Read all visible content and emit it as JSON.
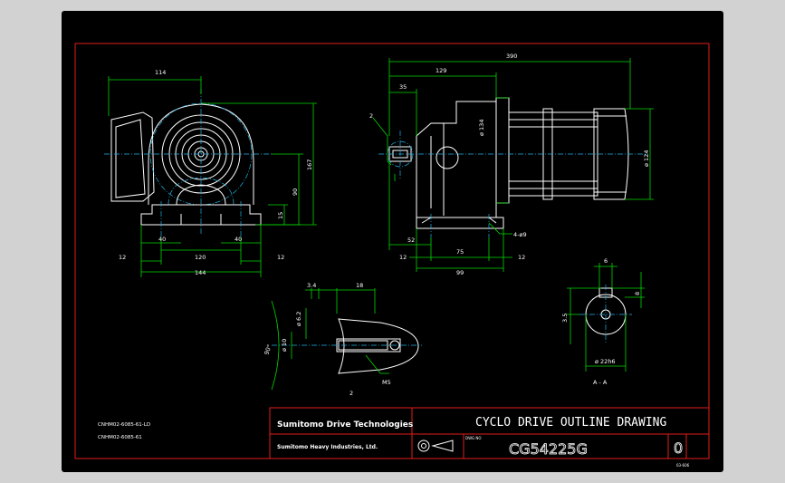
{
  "title_block": {
    "company": "Sumitomo Drive Technologies",
    "parent_company": "Sumitomo Heavy Industries, Ltd.",
    "drawing_title": "CYCLO DRIVE OUTLINE DRAWING",
    "drawing_number": "CG54225G",
    "revision": "0",
    "small_label": "DWG NO",
    "sheet_code": "03-606"
  },
  "notes": [
    "CNHM02-6085-61-LD",
    "CNHM02-6085-61"
  ],
  "dimensions": {
    "front_width_top": "114",
    "front_height_total": "167",
    "front_height_axis": "90",
    "front_base_height": "15",
    "front_bolt_left": "40",
    "front_bolt_right": "40",
    "front_bolt_span": "120",
    "front_overall": "144",
    "front_edge_left": "12",
    "front_edge_right": "12",
    "side_overall": "390",
    "side_129": "129",
    "side_35": "35",
    "side_shaft_offset": "52",
    "side_75": "75",
    "side_99": "99",
    "side_12a": "12",
    "side_12b": "12",
    "side_flange_dia": "ø 134",
    "side_motor_dia": "ø 124",
    "side_holes": "4-ø9",
    "side_label_2": "2",
    "detail_34": "3.4",
    "detail_18": "18",
    "detail_ang": "90°",
    "detail_d62": "ø 6.2",
    "detail_d10": "ø 10",
    "detail_m5": "M5",
    "detail_2": "2",
    "section_6": "6",
    "section_8": "8",
    "section_35": "3.5",
    "section_22": "ø 22h6",
    "section_label": "A - A"
  },
  "colors": {
    "frame": "#e21b1b",
    "outline": "#00d800",
    "body": "#ffffff",
    "center": "#1fb3e8"
  }
}
